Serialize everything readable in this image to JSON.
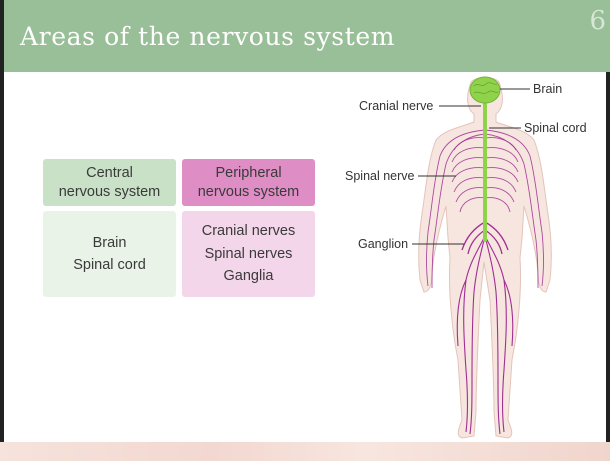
{
  "slide": {
    "title": "Areas of the nervous system",
    "number": "6"
  },
  "table": {
    "central": {
      "header": [
        "Central",
        "nervous system"
      ],
      "items": [
        "Brain",
        "Spinal cord"
      ]
    },
    "peripheral": {
      "header": [
        "Peripheral",
        "nervous system"
      ],
      "items": [
        "Cranial nerves",
        "Spinal nerves",
        "Ganglia"
      ]
    }
  },
  "diagram": {
    "labels": {
      "brain": "Brain",
      "cranial_nerve": "Cranial nerve",
      "spinal_cord": "Spinal cord",
      "spinal_nerve": "Spinal nerve",
      "ganglion": "Ganglion"
    }
  },
  "colors": {
    "title_bar": "#98bf97",
    "central_header": "#c9e2c7",
    "central_body": "#eaf3e8",
    "peripheral_header": "#de8ec5",
    "peripheral_body": "#f3d6ea",
    "cns_green": "#8fd34a",
    "nerve_purple": "#a02f92",
    "skin": "#f6e6df"
  }
}
